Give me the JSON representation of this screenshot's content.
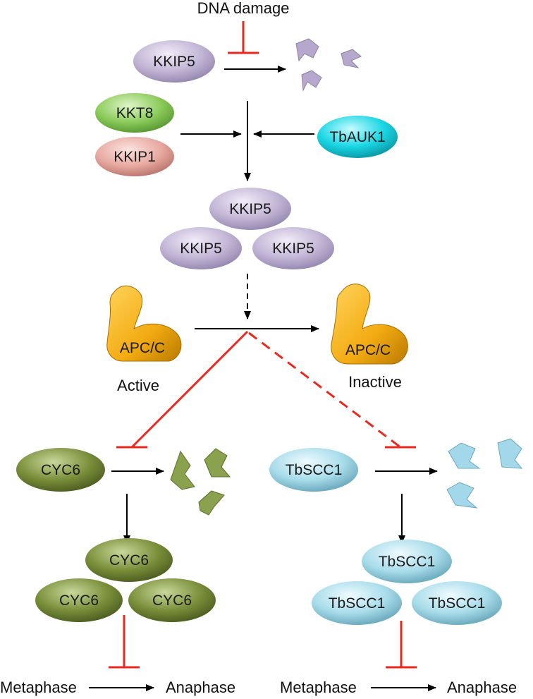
{
  "colors": {
    "inhibit": "#e8291f",
    "arrow": "#000000",
    "kkip5": "#c2b6d6",
    "kkt8": "#8ccc5c",
    "kkip1": "#e8aaa2",
    "tbauk1": "#19d6e3",
    "apc": "#f3ab12",
    "cyc6": "#7a8f3a",
    "tbscc1": "#a8dcea"
  },
  "top": {
    "dna_damage": "DNA damage",
    "kkip5": "KKIP5",
    "kkt8": "KKT8",
    "kkip1": "KKIP1",
    "tbauk1": "TbAUK1"
  },
  "trimer_kkip5": [
    "KKIP5",
    "KKIP5",
    "KKIP5"
  ],
  "apc": {
    "left_label": "APC/C",
    "right_label": "APC/C",
    "active": "Active",
    "inactive": "Inactive"
  },
  "left_branch": {
    "protein": "CYC6",
    "trimer": [
      "CYC6",
      "CYC6",
      "CYC6"
    ],
    "metaphase": "Metaphase",
    "anaphase": "Anaphase"
  },
  "right_branch": {
    "protein": "TbSCC1",
    "trimer": [
      "TbSCC1",
      "TbSCC1",
      "TbSCC1"
    ],
    "metaphase": "Metaphase",
    "anaphase": "Anaphase"
  }
}
